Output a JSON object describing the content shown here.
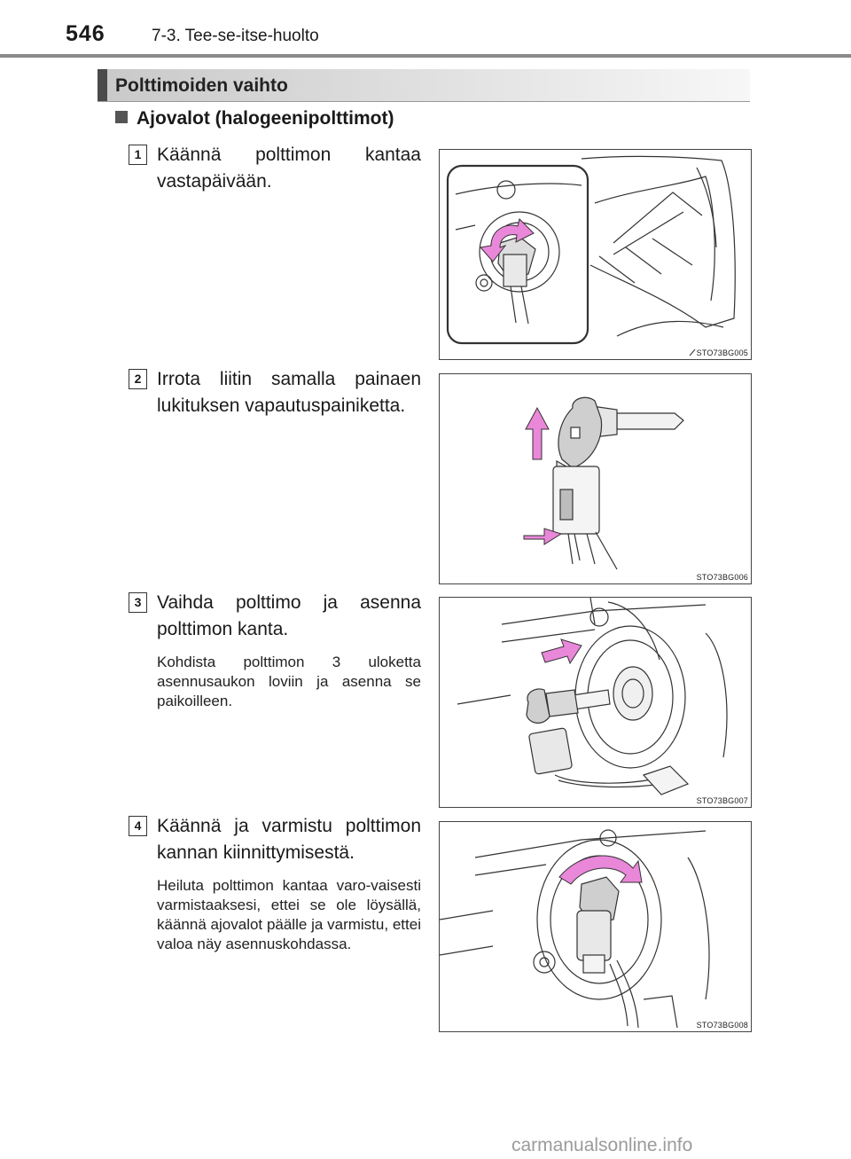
{
  "header": {
    "page_number": "546",
    "chapter": "7-3. Tee-se-itse-huolto"
  },
  "section": {
    "title": "Polttimoiden vaihto"
  },
  "subsection": {
    "title": "Ajovalot (halogeenipolttimot)"
  },
  "steps": [
    {
      "number": "1",
      "text": "Käännä polttimon kantaa vastapäivään.",
      "note": "",
      "figure_code": "STO73BG005"
    },
    {
      "number": "2",
      "text": "Irrota liitin samalla painaen lukituksen vapautuspainiketta.",
      "note": "",
      "figure_code": "STO73BG006"
    },
    {
      "number": "3",
      "text": "Vaihda polttimo ja asenna polttimon kanta.",
      "note": "Kohdista polttimon 3 uloketta asennusaukon loviin ja asenna se paikoilleen.",
      "figure_code": "STO73BG007"
    },
    {
      "number": "4",
      "text": "Käännä ja varmistu polttimon kannan kiinnittymisestä.",
      "note": "Heiluta polttimon kantaa varo-vaisesti varmistaaksesi, ettei se ole löysällä, käännä ajovalot päälle ja varmistu, ettei valoa näy asennuskohdassa.",
      "figure_code": "STO73BG008"
    }
  ],
  "footer": {
    "watermark": "carmanualsonline.info"
  },
  "colors": {
    "arrow_pink": "#e987d9",
    "arrow_stroke": "#333333",
    "header_rule": "#8a8a8a"
  }
}
